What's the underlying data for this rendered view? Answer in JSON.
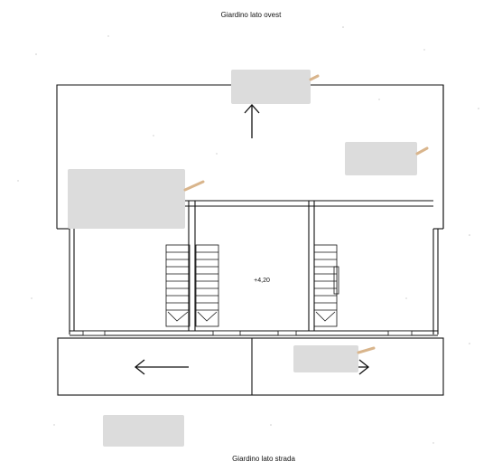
{
  "labels": {
    "top_garden": "Giardino lato ovest",
    "bottom_garden": "Giardino lato strada",
    "elevation": "+4,20"
  },
  "colors": {
    "line": "#111111",
    "redaction": "#d8d8d8",
    "tan_stroke": "#d9b58c"
  },
  "icons": [
    "arrow-up-icon",
    "arrow-left-icon",
    "arrow-right-icon",
    "staircase-icon"
  ]
}
